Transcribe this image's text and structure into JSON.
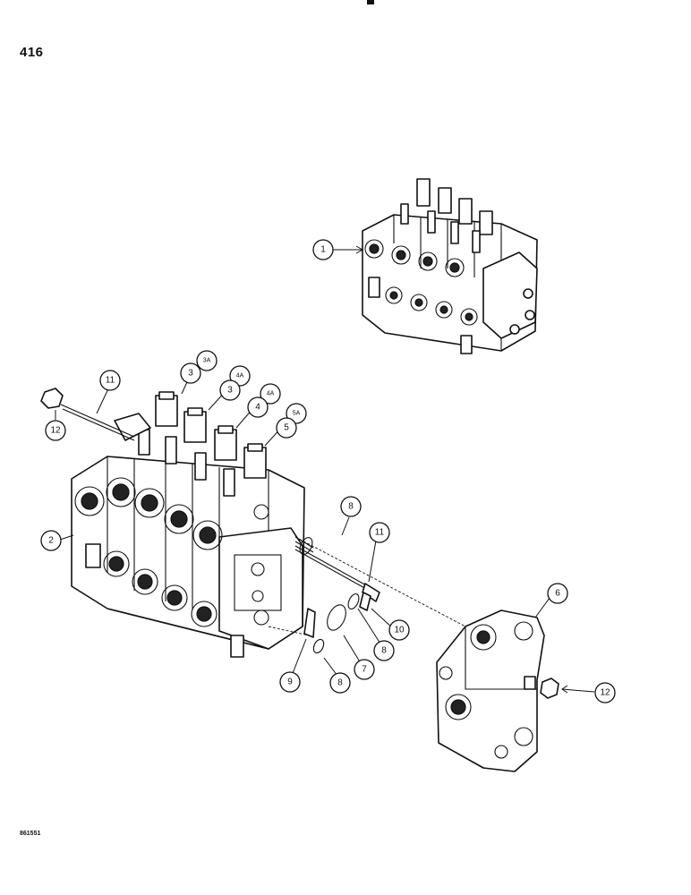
{
  "page": {
    "number": "416",
    "ref_code": "861551"
  },
  "callouts": [
    {
      "id": "1",
      "label": "1"
    },
    {
      "id": "2",
      "label": "2"
    },
    {
      "id": "3a",
      "label": "3A"
    },
    {
      "id": "3",
      "label": "3"
    },
    {
      "id": "4a-top",
      "label": "4A"
    },
    {
      "id": "3b",
      "label": "3"
    },
    {
      "id": "4a",
      "label": "4A"
    },
    {
      "id": "4",
      "label": "4"
    },
    {
      "id": "5a",
      "label": "5A"
    },
    {
      "id": "5",
      "label": "5"
    },
    {
      "id": "6",
      "label": "6"
    },
    {
      "id": "7",
      "label": "7"
    },
    {
      "id": "8a",
      "label": "8"
    },
    {
      "id": "8b",
      "label": "8"
    },
    {
      "id": "8c",
      "label": "8"
    },
    {
      "id": "9",
      "label": "9"
    },
    {
      "id": "10",
      "label": "10"
    },
    {
      "id": "11a",
      "label": "11"
    },
    {
      "id": "11b",
      "label": "11"
    },
    {
      "id": "12a",
      "label": "12"
    },
    {
      "id": "12b",
      "label": "12"
    }
  ]
}
